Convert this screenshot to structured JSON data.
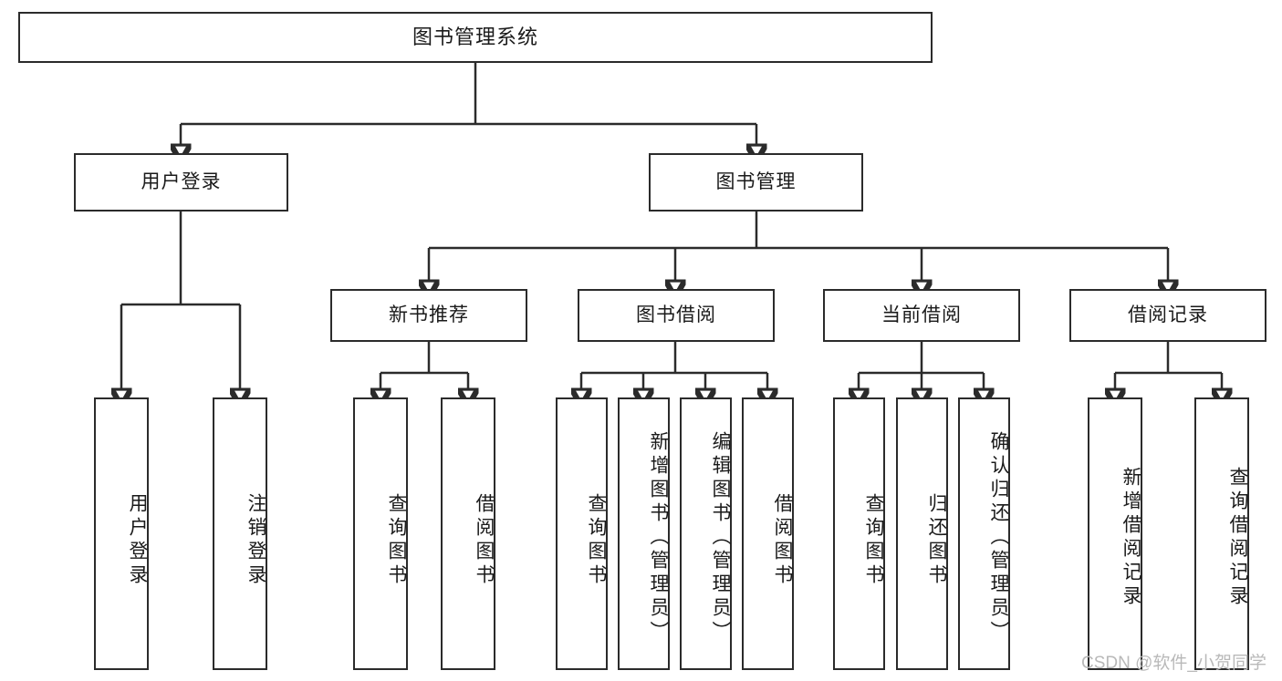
{
  "diagram": {
    "title": "图书管理系统",
    "type": "tree-hierarchy-diagram",
    "colors": {
      "stroke": "#2b2b2b",
      "fill": "#ffffff",
      "text": "#1a1a1a",
      "watermark": "#b9b9b9"
    },
    "root": {
      "label": "图书管理系统"
    },
    "level2": [
      {
        "label": "用户登录"
      },
      {
        "label": "图书管理"
      }
    ],
    "level3": [
      {
        "label": "新书推荐"
      },
      {
        "label": "图书借阅"
      },
      {
        "label": "当前借阅"
      },
      {
        "label": "借阅记录"
      }
    ],
    "leaves": {
      "user_login": [
        {
          "label": "用户登录"
        },
        {
          "label": "注销登录"
        }
      ],
      "new_book_recommend": [
        {
          "label": "查询图书"
        },
        {
          "label": "借阅图书"
        }
      ],
      "book_borrow": [
        {
          "label": "查询图书"
        },
        {
          "label": "新增图书（管理员）"
        },
        {
          "label": "编辑图书（管理员）"
        },
        {
          "label": "借阅图书"
        }
      ],
      "current_borrow": [
        {
          "label": "查询图书"
        },
        {
          "label": "归还图书"
        },
        {
          "label": "确认归还（管理员）"
        }
      ],
      "borrow_record": [
        {
          "label": "新增借阅记录"
        },
        {
          "label": "查询借阅记录"
        }
      ]
    }
  },
  "watermark": {
    "text": "CSDN @软件_小贺同学"
  }
}
